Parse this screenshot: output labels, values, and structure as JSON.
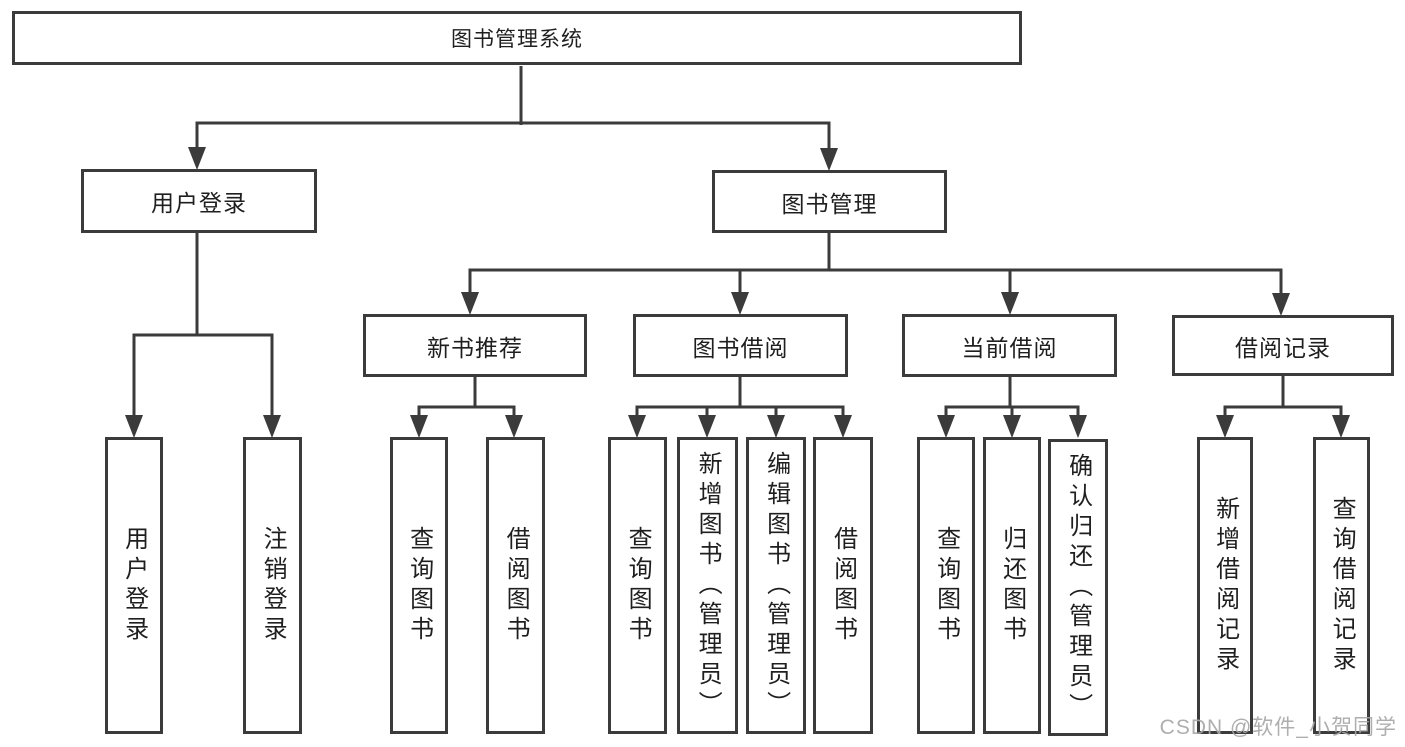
{
  "colors": {
    "line": "#3b3b3b",
    "box_border": "#3b3b3b",
    "text": "#1f1f1f",
    "background": "#ffffff",
    "watermark": "#a8a8a8"
  },
  "watermark": {
    "text": "CSDN @软件_小贺同学"
  },
  "diagram": {
    "type": "hierarchy-tree",
    "root": {
      "label": "图书管理系统",
      "children": [
        {
          "label": "用户登录",
          "children": [
            {
              "label": "用户登录"
            },
            {
              "label": "注销登录"
            }
          ]
        },
        {
          "label": "图书管理",
          "children": [
            {
              "label": "新书推荐",
              "children": [
                {
                  "label": "查询图书"
                },
                {
                  "label": "借阅图书"
                }
              ]
            },
            {
              "label": "图书借阅",
              "children": [
                {
                  "label": "查询图书"
                },
                {
                  "label": "新增图书（管理员）"
                },
                {
                  "label": "编辑图书（管理员）"
                },
                {
                  "label": "借阅图书"
                }
              ]
            },
            {
              "label": "当前借阅",
              "children": [
                {
                  "label": "查询图书"
                },
                {
                  "label": "归还图书"
                },
                {
                  "label": "确认归还（管理员）"
                }
              ]
            },
            {
              "label": "借阅记录",
              "children": [
                {
                  "label": "新增借阅记录"
                },
                {
                  "label": "查询借阅记录"
                }
              ]
            }
          ]
        }
      ]
    }
  }
}
